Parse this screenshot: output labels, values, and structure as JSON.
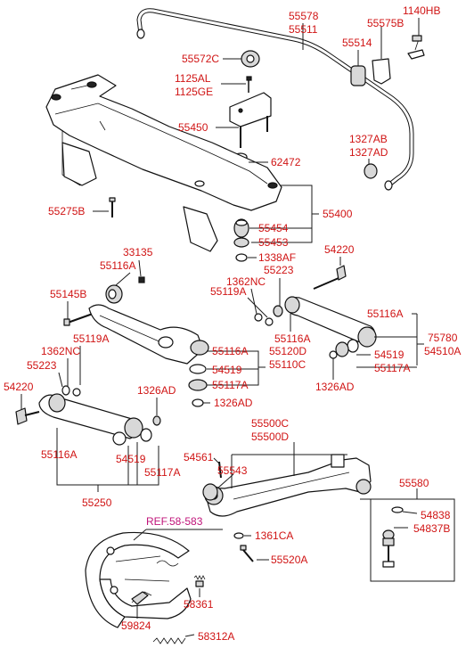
{
  "labels": {
    "p55578": "55578",
    "p55511": "55511",
    "p55575B": "55575B",
    "p1140HB": "1140HB",
    "p55514": "55514",
    "p55572C": "55572C",
    "p1125AL": "1125AL",
    "p1125GE": "1125GE",
    "p55450": "55450",
    "p1327AB": "1327AB",
    "p1327AD": "1327AD",
    "p62472": "62472",
    "p55275B": "55275B",
    "p55400": "55400",
    "p55454": "55454",
    "p55453": "55453",
    "p1338AF": "1338AF",
    "p33135": "33135",
    "p55116A_1": "55116A",
    "p54220_1": "54220",
    "p55223_1": "55223",
    "p1362NC_1": "1362NC",
    "p55119A_1": "55119A",
    "p55145B": "55145B",
    "p55116A_2": "55116A",
    "p55116A_3": "55116A",
    "p75780": "75780",
    "p54510A": "54510A",
    "p55119A_2": "55119A",
    "p55116A_4": "55116A",
    "p55120D": "55120D",
    "p55110C": "55110C",
    "p54519_1": "54519",
    "p55117A_1": "55117A",
    "p1326AD_1": "1326AD",
    "p54519_2": "54519",
    "p55117A_2": "55117A",
    "p1326AD_2": "1326AD",
    "p1362NC_2": "1362NC",
    "p55223_2": "55223",
    "p54220_2": "54220",
    "p1326AD_3": "1326AD",
    "p55116A_5": "55116A",
    "p54519_3": "54519",
    "p55117A_3": "55117A",
    "p55250": "55250",
    "p55500C": "55500C",
    "p55500D": "55500D",
    "p54561": "54561",
    "p55543": "55543",
    "p55580": "55580",
    "p54838": "54838",
    "p54837B": "54837B",
    "pREF": "REF.58-583",
    "p1361CA": "1361CA",
    "p55520A": "55520A",
    "p58361": "58361",
    "p59824": "59824",
    "p58312A": "58312A"
  }
}
